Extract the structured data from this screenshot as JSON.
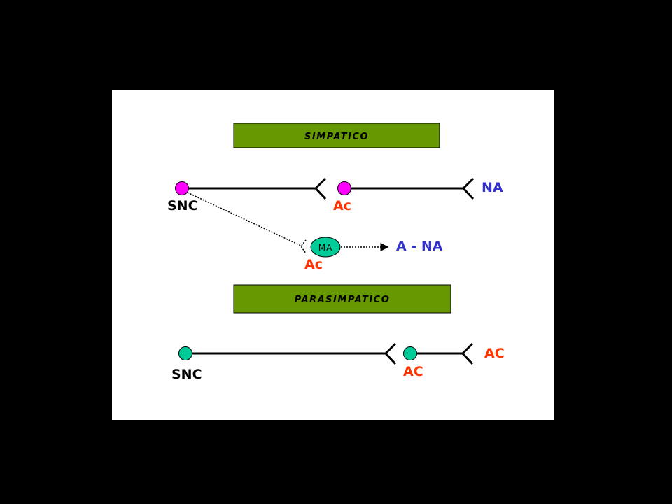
{
  "sympathetic": {
    "title": "SIMPATICO",
    "cns_label": "SNC",
    "ganglion_label": "Ac",
    "effector_label": "NA",
    "medulla_label": "MA",
    "medulla_input_label": "Ac",
    "medulla_output_label": "A - NA"
  },
  "parasympathetic": {
    "title": "PARASIMPATICO",
    "cns_label": "SNC",
    "ganglion_label": "AC",
    "effector_label": "AC"
  },
  "colors": {
    "background": "#000000",
    "slide": "#ffffff",
    "title_box": "#669900",
    "sympathetic_neuron": "#ff00ff",
    "parasympathetic_neuron": "#00cc99",
    "acetylcholine_text": "#ff3300",
    "noradrenaline_text": "#3333cc",
    "line": "#000000"
  }
}
